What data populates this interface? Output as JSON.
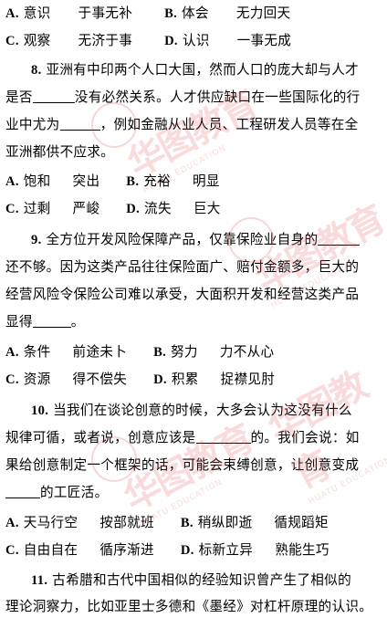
{
  "q7_options": {
    "A": {
      "letter": "A.",
      "w1": "意识",
      "w2": "于事无补"
    },
    "B": {
      "letter": "B.",
      "w1": "体会",
      "w2": "无力回天"
    },
    "C": {
      "letter": "C.",
      "w1": "观察",
      "w2": "无济于事"
    },
    "D": {
      "letter": "D.",
      "w1": "认识",
      "w2": "一事无成"
    }
  },
  "q8": {
    "number": "8.",
    "l1": "亚洲有中印两个人口大国，然而人口的庞大却与人才",
    "l2a": "是否",
    "l2b": "没有必然关系。人才供应缺口在一些国际化的行",
    "l3a": "业中尤为",
    "l3b": "，例如金融从业人员、工程研发人员等在全",
    "l4": "亚洲都供不应求。",
    "options": {
      "A": {
        "letter": "A.",
        "w1": "饱和",
        "w2": "突出"
      },
      "B": {
        "letter": "B.",
        "w1": "充裕",
        "w2": "明显"
      },
      "C": {
        "letter": "C.",
        "w1": "过剩",
        "w2": "严峻"
      },
      "D": {
        "letter": "D.",
        "w1": "流失",
        "w2": "巨大"
      }
    }
  },
  "q9": {
    "number": "9.",
    "l1": "全方位开发风险保障产品，仅靠保险业自身的",
    "l2": "还不够。因为这类产品往往保险面广、赔付金额多，巨大的",
    "l3": "经营风险令保险公司难以承受，大面积开发和经营这类产品",
    "l4a": "显得",
    "l4b": "。",
    "options": {
      "A": {
        "letter": "A.",
        "w1": "条件",
        "w2": "前途未卜"
      },
      "B": {
        "letter": "B.",
        "w1": "努力",
        "w2": "力不从心"
      },
      "C": {
        "letter": "C.",
        "w1": "资源",
        "w2": "得不偿失"
      },
      "D": {
        "letter": "D.",
        "w1": "积累",
        "w2": "捉襟见肘"
      }
    }
  },
  "q10": {
    "number": "10.",
    "l1": "当我们在谈论创意的时候，大多会认为这没有什么",
    "l2a": "规律可循，或者说，创意应该是",
    "l2b": "的。我们会说：如",
    "l3": "果给创意制定一个框架的话，可能会束缚创意，让创意变成",
    "l4": "的工匠活。",
    "options": {
      "A": {
        "letter": "A.",
        "w1": "天马行空",
        "w2": "按部就班"
      },
      "B": {
        "letter": "B.",
        "w1": "稍纵即逝",
        "w2": "循规蹈矩"
      },
      "C": {
        "letter": "C.",
        "w1": "自由自在",
        "w2": "循序渐进"
      },
      "D": {
        "letter": "D.",
        "w1": "标新立异",
        "w2": "熟能生巧"
      }
    }
  },
  "q11": {
    "number": "11.",
    "l1": "古希腊和古代中国相似的经验知识曾产生了相似的",
    "l2": "理论洞察力，比如亚里士多德和《墨经》对杠杆原理的认识。"
  },
  "watermark": {
    "brand": "华图教育",
    "en": "HUATU EDUCATION",
    "color": "#e0605a"
  }
}
